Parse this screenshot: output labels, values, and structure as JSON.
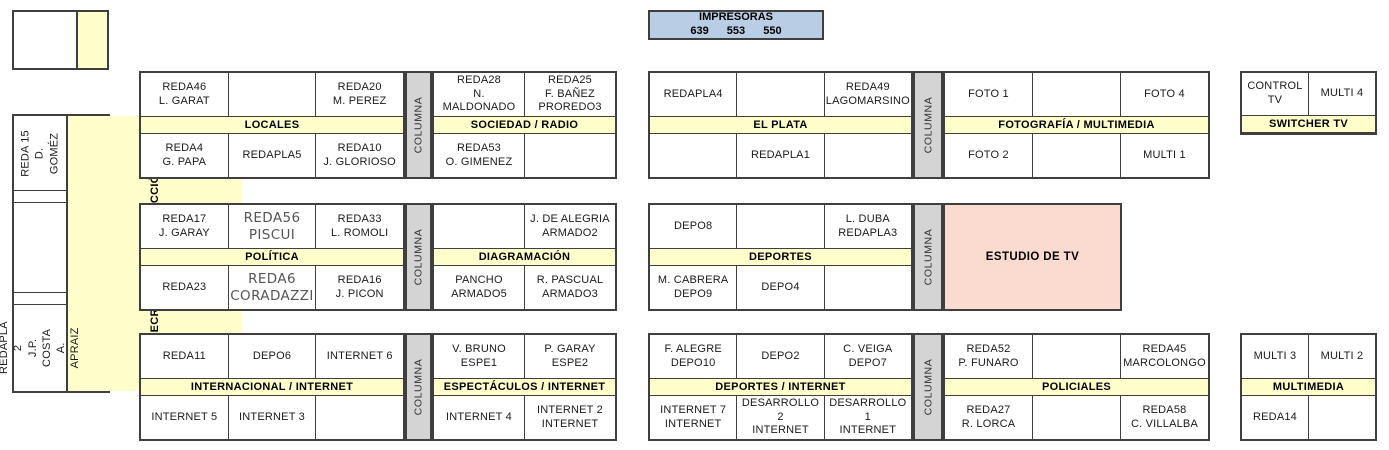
{
  "palette": {
    "header_yellow": "#FFFFCC",
    "pillar_gray": "#D4D4D4",
    "printers_blue": "#B9CDE4",
    "studio_pink": "#FBDACF",
    "border": "#3F3F3F"
  },
  "impresoras": {
    "title": "IMPRESORAS",
    "numbers": "639  553  550"
  },
  "columna_label": "COLUMNA",
  "estudio_tv": {
    "label": "ESTUDIO DE TV"
  },
  "secretarios": {
    "strip_label": "SECRETARIOS DE REDACCIÓN",
    "cells": [
      {
        "text": "REDA 15\nD. GOMÉZ"
      },
      {
        "text": ""
      },
      {
        "text": "REDAPLA 2\nJ.P. COSTA\nA. APRAIZ"
      }
    ]
  },
  "blocks": {
    "locales": {
      "title": "LOCALES",
      "top": [
        "REDA46\nL. GARAT",
        "",
        "REDA20\nM. PEREZ"
      ],
      "bottom": [
        "REDA4\nG. PAPA",
        "REDAPLA5",
        "REDA10\nJ. GLORIOSO"
      ]
    },
    "sociedad": {
      "title": "SOCIEDAD / RADIO",
      "top": [
        "REDA28\nN. MALDONADO",
        "REDA25\nF. BAÑEZ\nPROREDO3"
      ],
      "bottom": [
        "REDA53\nO. GIMENEZ",
        ""
      ]
    },
    "elplata": {
      "title": "EL PLATA",
      "top": [
        "REDAPLA4",
        "",
        "REDA49\nLAGOMARSINO"
      ],
      "bottom": [
        "",
        "REDAPLA1",
        ""
      ]
    },
    "fotografia": {
      "title": "FOTOGRAFÍA / MULTIMEDIA",
      "top": [
        "FOTO 1",
        "",
        "FOTO 4"
      ],
      "bottom": [
        "FOTO 2",
        "",
        "MULTI 1"
      ]
    },
    "switcher": {
      "title": "SWITCHER TV",
      "top": [
        "CONTROL TV",
        "MULTI 4"
      ]
    },
    "politica": {
      "title": "POLÍTICA",
      "top": [
        "REDA17\nJ. GARAY",
        "REDA56\nPISCUI",
        "REDA33\nL. ROMOLI"
      ],
      "top_alt": [
        1
      ],
      "bottom": [
        "REDA23",
        "REDA6\nCORADAZZI",
        "REDA16\nJ. PICON"
      ],
      "bottom_alt": [
        1
      ]
    },
    "diagramacion": {
      "title": "DIAGRAMACIÓN",
      "top": [
        "",
        "J. DE ALEGRIA\nARMADO2"
      ],
      "bottom": [
        "PANCHO\nARMADO5",
        "R. PASCUAL\nARMADO3"
      ]
    },
    "deportes": {
      "title": "DEPORTES",
      "top": [
        "DEPO8",
        "",
        "L. DUBA\nREDAPLA3"
      ],
      "bottom": [
        "M. CABRERA\nDEPO9",
        "DEPO4",
        ""
      ]
    },
    "internacional": {
      "title": "INTERNACIONAL / INTERNET",
      "top": [
        "REDA11",
        "DEPO6",
        "INTERNET 6"
      ],
      "bottom": [
        "INTERNET 5",
        "INTERNET 3",
        ""
      ]
    },
    "espectaculos": {
      "title": "ESPECTÁCULOS / INTERNET",
      "top": [
        "V. BRUNO\nESPE1",
        "P. GARAY\nESPE2"
      ],
      "bottom": [
        "INTERNET 4",
        "INTERNET 2\nINTERNET"
      ]
    },
    "deportes_internet": {
      "title": "DEPORTES / INTERNET",
      "top": [
        "F. ALEGRE\nDEPO10",
        "DEPO2",
        "C. VEIGA\nDEPO7"
      ],
      "bottom": [
        "INTERNET 7\nINTERNET",
        "DESARROLLO 2\nINTERNET",
        "DESARROLLO 1\nINTERNET"
      ]
    },
    "policiales": {
      "title": "POLICIALES",
      "top": [
        "REDA52\nP. FUNARO",
        "",
        "REDA45\nMARCOLONGO"
      ],
      "bottom": [
        "REDA27\nR. LORCA",
        "",
        "REDA58\nC. VILLALBA"
      ]
    },
    "multimedia": {
      "title": "MULTIMEDIA",
      "top": [
        "MULTI 3",
        "MULTI 2"
      ],
      "bottom": [
        "REDA14",
        ""
      ]
    }
  }
}
